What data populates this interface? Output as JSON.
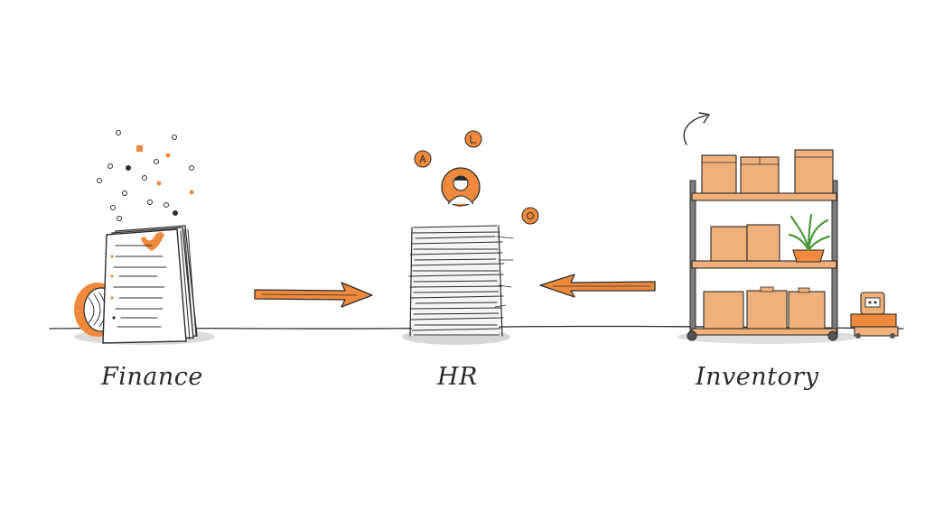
{
  "diagram": {
    "departments": [
      {
        "id": "finance",
        "label": "Finance"
      },
      {
        "id": "hr",
        "label": "HR"
      },
      {
        "id": "inventory",
        "label": "Inventory"
      }
    ],
    "colors": {
      "accent": "#ef8a3c",
      "ink": "#2b2b2b",
      "box": "#efb07a",
      "shadow": "#d9d9d9"
    },
    "icons": [
      "document-stack-icon",
      "coin-icon",
      "paper-stack-icon",
      "person-avatar-icon",
      "shelf-icon",
      "box-icon",
      "plant-icon",
      "robot-icon",
      "arrow-right-icon",
      "arrow-left-icon",
      "curved-arrow-icon"
    ]
  }
}
